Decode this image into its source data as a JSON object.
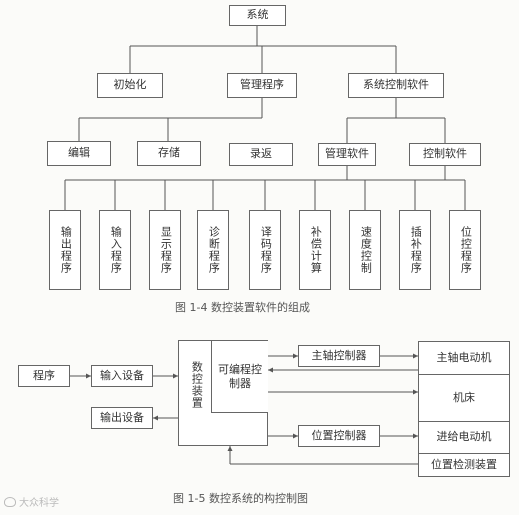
{
  "fig1": {
    "root": "系统",
    "level1": [
      "初始化",
      "管理程序",
      "系统控制软件"
    ],
    "level2": [
      "编辑",
      "存储",
      "录返"
    ],
    "level2_ctrl": [
      "管理软件",
      "控制软件"
    ],
    "leaves": [
      "输出程序",
      "输入程序",
      "显示程序",
      "诊断程序",
      "译码程序",
      "补偿计算",
      "速度控制",
      "插补程序",
      "位控程序"
    ],
    "caption": "图 1-4    数控装置软件的组成"
  },
  "fig2": {
    "program": "程序",
    "input_device": "输入设备",
    "output_device": "输出设备",
    "nc_device": "数控装置",
    "plc": "可编程控制器",
    "spindle_controller": "主轴控制器",
    "position_controller": "位置控制器",
    "spindle_motor": "主轴电动机",
    "machine": "机床",
    "feed_motor": "进给电动机",
    "position_detect": "位置检测装置",
    "caption": "图 1-5    数控系统的构控制图"
  },
  "watermark": "大众科学",
  "colors": {
    "line": "#555555",
    "box_border": "#666666",
    "text": "#333333"
  }
}
